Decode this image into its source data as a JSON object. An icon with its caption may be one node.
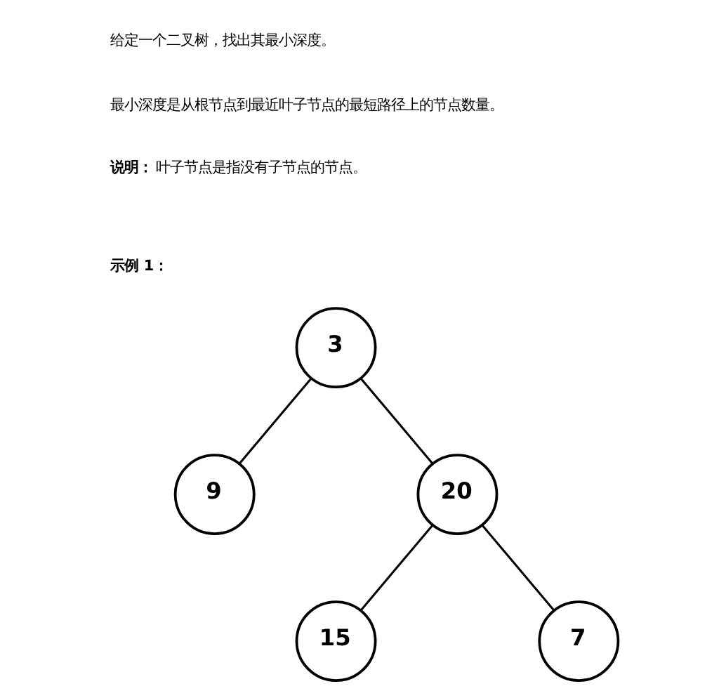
{
  "diagram": {
    "nodes": [
      {
        "text": [
          "3"
        ]
      },
      {
        "text": [
          "9"
        ]
      },
      {
        "text": [
          "20"
        ]
      },
      {
        "text": [
          "15"
        ]
      },
      {
        "text": [
          "7"
        ]
      }
    ],
    "edges": [
      {
        "from": 0,
        "to": 1,
        "arrow": "none"
      },
      {
        "from": 0,
        "to": 2,
        "arrow": "none"
      },
      {
        "from": 2,
        "to": 3,
        "arrow": "none"
      },
      {
        "from": 2,
        "to": 4,
        "arrow": "none"
      }
    ],
    "labels": [
      "给定一个二叉树，找出其最小深度。",
      "最小深度是从根节点到最近叶子节点的最短路径上的节点数量。",
      "**说明：**叶子节点是指没有子节点的节点。",
      "示例 1："
    ]
  }
}
